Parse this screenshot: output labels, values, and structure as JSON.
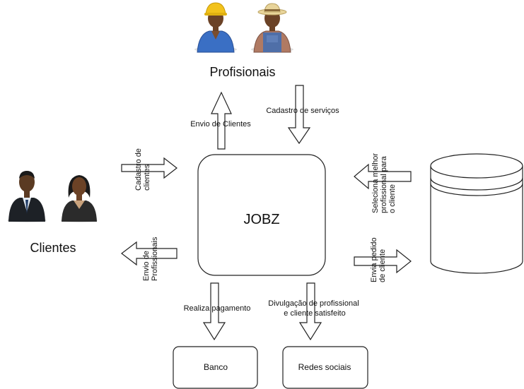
{
  "center": {
    "label": "JOBZ"
  },
  "groups": {
    "profissionais": "Profisionais",
    "clientes": "Clientes"
  },
  "edges": {
    "envio_clientes": "Envio de Clientes",
    "cadastro_servicos": "Cadastro de serviços",
    "cadastro_clientes": [
      "Cadastro de",
      "clientes"
    ],
    "envio_profissionais": [
      "Envio de",
      "Profissionais"
    ],
    "seleciona": [
      "Seleciona melhor",
      "profissional para",
      "o cliente"
    ],
    "envia_pedido": [
      "Envia pedido",
      "de cliente"
    ],
    "realiza_pagamento": "Realiza pagamento",
    "divulgacao": [
      "Divulgação de profissional",
      "e cliente satisfeito"
    ]
  },
  "targets": {
    "banco": "Banco",
    "redes_sociais": "Redes sociais"
  }
}
